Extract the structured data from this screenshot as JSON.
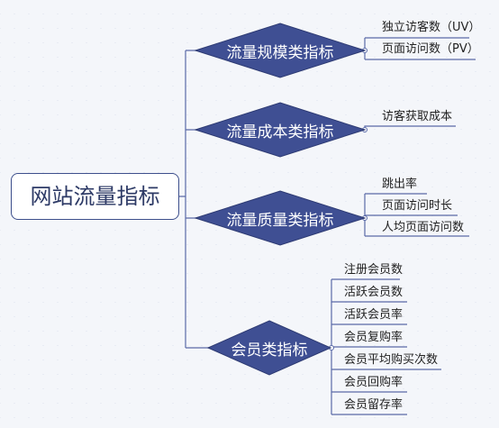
{
  "diagram": {
    "root": "网站流量指标",
    "categories": [
      {
        "label": "流量规模类指标",
        "items": [
          "独立访客数（UV）",
          "页面访问数（PV）"
        ]
      },
      {
        "label": "流量成本类指标",
        "items": [
          "访客获取成本"
        ]
      },
      {
        "label": "流量质量类指标",
        "items": [
          "跳出率",
          "页面访问时长",
          "人均页面访问数"
        ]
      },
      {
        "label": "会员类指标",
        "items": [
          "注册会员数",
          "活跃会员数",
          "活跃会员率",
          "会员复购率",
          "会员平均购买次数",
          "会员回购率",
          "会员留存率"
        ]
      }
    ]
  },
  "colors": {
    "node_fill": "#3f4f93",
    "node_stroke": "#2e3b73",
    "root_border": "#3d4f8c",
    "line": "#5a6aa8",
    "background": "#f4f6fa"
  }
}
